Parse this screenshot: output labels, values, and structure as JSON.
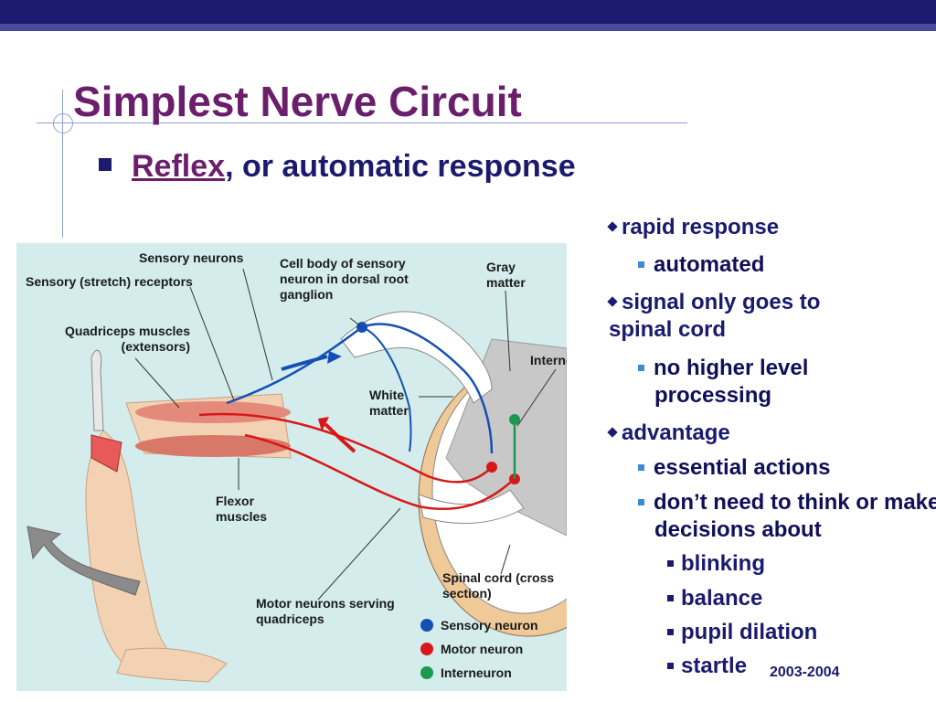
{
  "slide": {
    "title": "Simplest Nerve Circuit",
    "subtitle_keyword": "Reflex",
    "subtitle_rest": ", or automatic response",
    "year": "2003-2004"
  },
  "diagram": {
    "labels": {
      "sensory_neurons": "Sensory neurons",
      "stretch_receptors": "Sensory (stretch) receptors",
      "cell_body": "Cell body of sensory neuron in dorsal root ganglion",
      "gray_matter": "Gray matter",
      "quadriceps": "Quadriceps muscles (extensors)",
      "interneurons": "Interneurons",
      "white_matter": "White matter",
      "flexor": "Flexor muscles",
      "spinal_cord": "Spinal cord (cross section)",
      "motor_neurons": "Motor neurons serving quadriceps"
    },
    "legend": [
      {
        "label": "Sensory neuron",
        "color": "#1450b4"
      },
      {
        "label": "Motor neuron",
        "color": "#d81818"
      },
      {
        "label": "Interneuron",
        "color": "#1a9a50"
      }
    ]
  },
  "bullets": {
    "b1": "rapid response",
    "b1_1": "automated",
    "b2": "signal only goes to spinal cord",
    "b2_1": "no higher level processing",
    "b3": "advantage",
    "b3_1": "essential actions",
    "b3_2": "don’t need to think or make decisions about",
    "b3_2_1": "blinking",
    "b3_2_2": "balance",
    "b3_2_3": "pupil dilation",
    "b3_2_4": "startle"
  }
}
